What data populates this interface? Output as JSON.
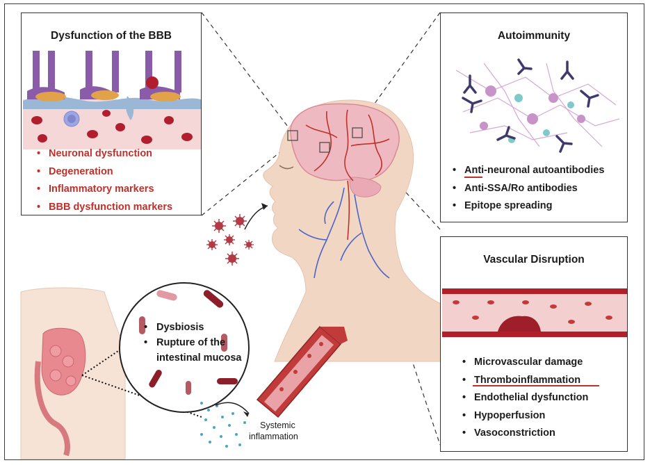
{
  "bbb_panel": {
    "title": "Dysfunction of the BBB",
    "items": [
      "Neuronal dysfunction",
      "Degeneration",
      "Inflammatory markers",
      "BBB dysfunction markers"
    ]
  },
  "autoimmunity_panel": {
    "title": "Autoimmunity",
    "items": [
      "Anti-neuronal autoantibodies",
      "Anti-SSA/Ro antibodies",
      "Epitope spreading"
    ]
  },
  "vascular_panel": {
    "title": "Vascular Disruption",
    "items": [
      "Microvascular damage",
      "Thromboinflammation",
      "Endothelial dysfunction",
      "Hypoperfusion",
      "Vasoconstriction"
    ]
  },
  "gut_circle": {
    "items": [
      "Dysbiosis",
      "Rupture of the intestinal mucosa"
    ],
    "rupture_line1": "Rupture of the",
    "rupture_line2": "intestinal mucosa"
  },
  "systemic_label": {
    "line1": "Systemic",
    "line2": "inflammation"
  },
  "colors": {
    "bullet_red": "#c0302a",
    "vessel_red": "#c23b3b",
    "vein_blue": "#4a63c8",
    "skin": "#f2d6c4",
    "brain_pink": "#efb9c2",
    "neuron_purple": "#a987c9",
    "neuron_teal": "#7fc9c9",
    "gut_pink": "#e7898f",
    "virus_red": "#b13a44",
    "antibody_navy": "#3f3a6e"
  },
  "icons": [
    "neuron-icon",
    "antibody-icon",
    "virus-icon",
    "bacterium-icon",
    "blood-vessel-icon",
    "red-blood-cell-icon",
    "brain-icon"
  ]
}
